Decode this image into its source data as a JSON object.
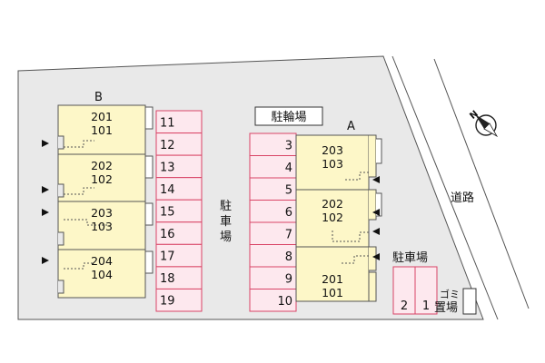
{
  "compass_label": "N",
  "road_label": "道路",
  "bicycle_parking_label": "駐輪場",
  "parking_label_vertical": [
    "駐",
    "車",
    "場"
  ],
  "parking_label_right": "駐車場",
  "garbage_label": [
    "ゴミ",
    "置場"
  ],
  "building_b": {
    "label": "B",
    "units": [
      {
        "upper": "201",
        "lower": "101"
      },
      {
        "upper": "202",
        "lower": "102"
      },
      {
        "upper": "203",
        "lower": "103"
      },
      {
        "upper": "204",
        "lower": "104"
      }
    ]
  },
  "building_a": {
    "label": "A",
    "units": [
      {
        "upper": "203",
        "lower": "103"
      },
      {
        "upper": "202",
        "lower": "102"
      },
      {
        "upper": "201",
        "lower": "101"
      }
    ]
  },
  "parking_col_1": [
    "11",
    "12",
    "13",
    "14",
    "15",
    "16",
    "17",
    "18",
    "19"
  ],
  "parking_col_2": [
    "3",
    "4",
    "5",
    "6",
    "7",
    "8",
    "9",
    "10"
  ],
  "parking_col_3": [
    "2",
    "1"
  ],
  "colors": {
    "lot": "#e9e9e9",
    "building": "#fdf7c8",
    "stall_fill": "#fde8ee",
    "stall_stroke": "#d94466"
  }
}
